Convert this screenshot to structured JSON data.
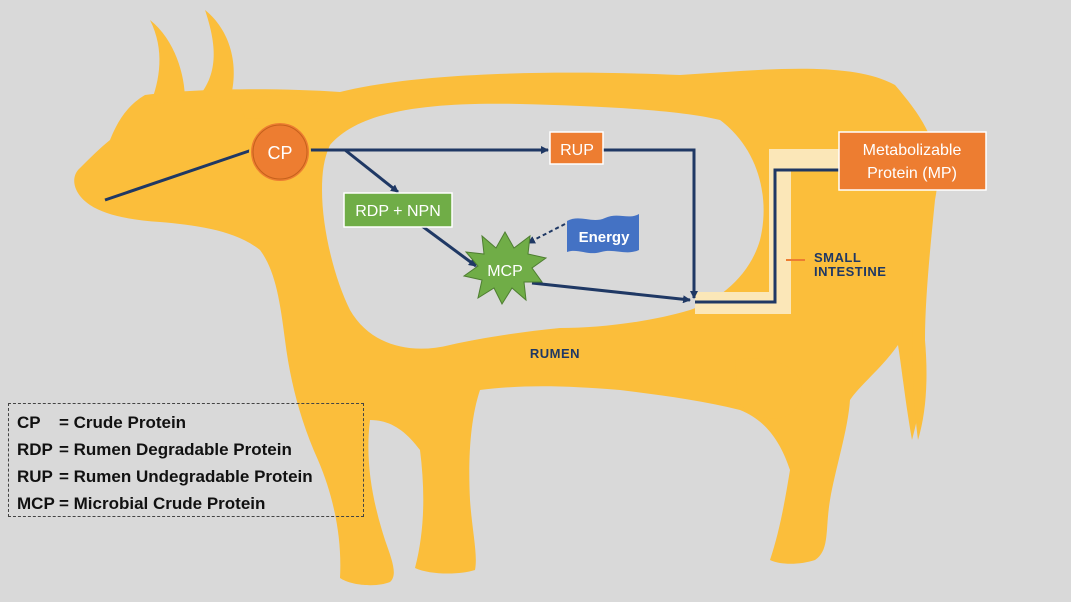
{
  "nodes": {
    "cp": "CP",
    "rup": "RUP",
    "rdp_npn": "RDP + NPN",
    "mcp": "MCP",
    "energy": "Energy",
    "mp_line1": "Metabolizable",
    "mp_line2": "Protein (MP)"
  },
  "labels": {
    "small_intestine_line1": "SMALL",
    "small_intestine_line2": "INTESTINE",
    "rumen": "RUMEN"
  },
  "legend": [
    {
      "abbr": "CP",
      "def": "= Crude Protein"
    },
    {
      "abbr": "RDP",
      "def": "= Rumen Degradable Protein"
    },
    {
      "abbr": "RUP",
      "def": "= Rumen Undegradable Protein"
    },
    {
      "abbr": "MCP",
      "def": "= Microbial Crude Protein"
    }
  ],
  "colors": {
    "background": "#d9d9d9",
    "cow": "#fbbe3b",
    "orange": "#ed7d31",
    "green": "#70ad47",
    "blue": "#4472c4",
    "navy": "#1f3864",
    "intestine": "#fbe7b8"
  }
}
